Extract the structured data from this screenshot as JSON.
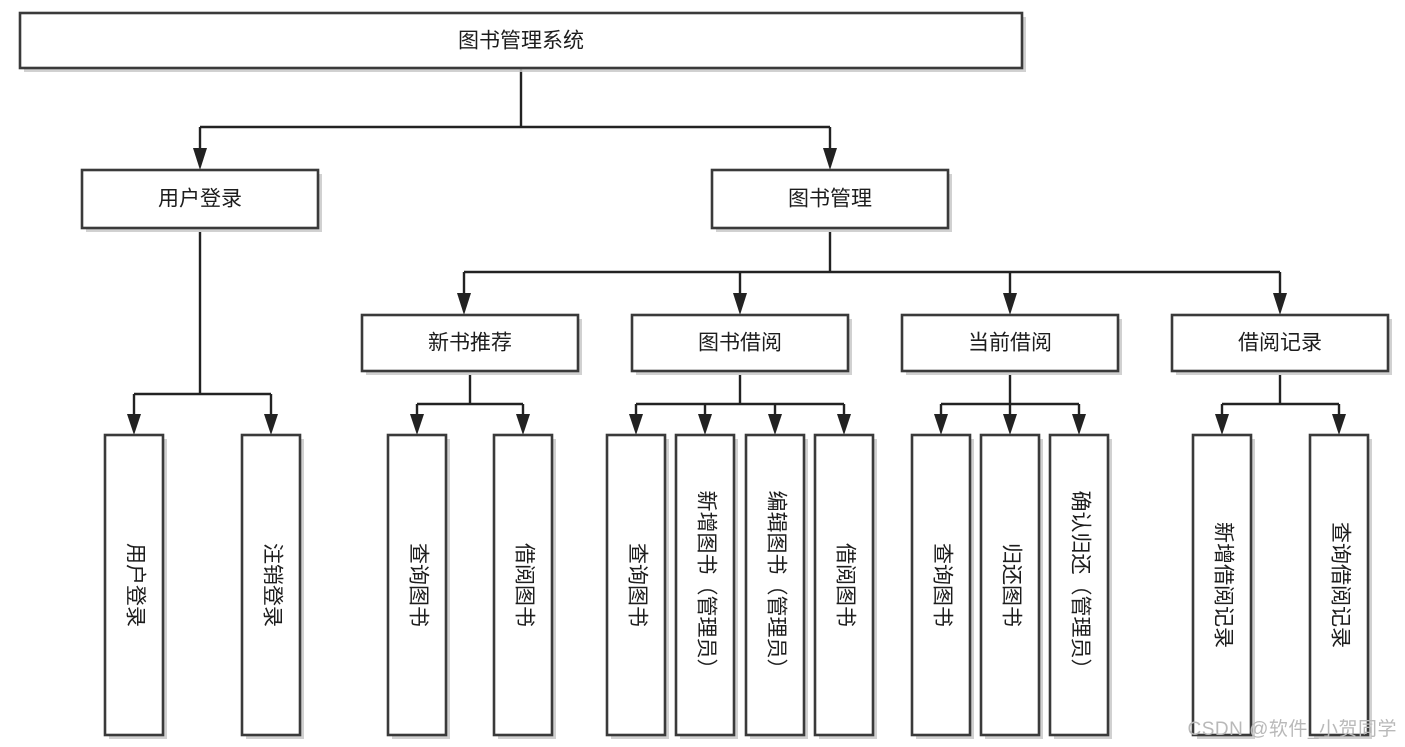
{
  "diagram": {
    "type": "tree-hierarchy",
    "title": "图书管理系统",
    "watermark": "CSDN @软件_小贺同学",
    "colors": {
      "box_stroke": "#3a3a3a",
      "box_fill": "#ffffff",
      "connector": "#222222",
      "text": "#1d1d1d",
      "watermark": "#b9b9b9",
      "background": "#ffffff"
    },
    "levels": {
      "root": {
        "label": "图书管理系统",
        "orientation": "horizontal"
      },
      "level2": [
        {
          "id": "user-login",
          "label": "用户登录",
          "orientation": "horizontal"
        },
        {
          "id": "book-management",
          "label": "图书管理",
          "orientation": "horizontal"
        }
      ],
      "level3": [
        {
          "id": "new-book-recommend",
          "label": "新书推荐",
          "parent": "book-management",
          "orientation": "horizontal"
        },
        {
          "id": "book-borrow",
          "label": "图书借阅",
          "parent": "book-management",
          "orientation": "horizontal"
        },
        {
          "id": "current-borrow",
          "label": "当前借阅",
          "parent": "book-management",
          "orientation": "horizontal"
        },
        {
          "id": "borrow-record",
          "label": "借阅记录",
          "parent": "book-management",
          "orientation": "horizontal"
        }
      ],
      "leaves": [
        {
          "id": "leaf-user-login",
          "label": "用户登录",
          "parent": "user-login",
          "orientation": "vertical"
        },
        {
          "id": "leaf-user-logout",
          "label": "注销登录",
          "parent": "user-login",
          "orientation": "vertical"
        },
        {
          "id": "leaf-query-book-1",
          "label": "查询图书",
          "parent": "new-book-recommend",
          "orientation": "vertical"
        },
        {
          "id": "leaf-borrow-book-1",
          "label": "借阅图书",
          "parent": "new-book-recommend",
          "orientation": "vertical"
        },
        {
          "id": "leaf-query-book-2",
          "label": "查询图书",
          "parent": "book-borrow",
          "orientation": "vertical"
        },
        {
          "id": "leaf-add-book",
          "label": "新增图书（管理员）",
          "parent": "book-borrow",
          "orientation": "vertical"
        },
        {
          "id": "leaf-edit-book",
          "label": "编辑图书（管理员）",
          "parent": "book-borrow",
          "orientation": "vertical"
        },
        {
          "id": "leaf-borrow-book-2",
          "label": "借阅图书",
          "parent": "book-borrow",
          "orientation": "vertical"
        },
        {
          "id": "leaf-query-book-3",
          "label": "查询图书",
          "parent": "current-borrow",
          "orientation": "vertical"
        },
        {
          "id": "leaf-return-book",
          "label": "归还图书",
          "parent": "current-borrow",
          "orientation": "vertical"
        },
        {
          "id": "leaf-confirm-return",
          "label": "确认归还（管理员）",
          "parent": "current-borrow",
          "orientation": "vertical"
        },
        {
          "id": "leaf-add-record",
          "label": "新增借阅记录",
          "parent": "borrow-record",
          "orientation": "vertical"
        },
        {
          "id": "leaf-query-record",
          "label": "查询借阅记录",
          "parent": "borrow-record",
          "orientation": "vertical"
        }
      ]
    }
  }
}
